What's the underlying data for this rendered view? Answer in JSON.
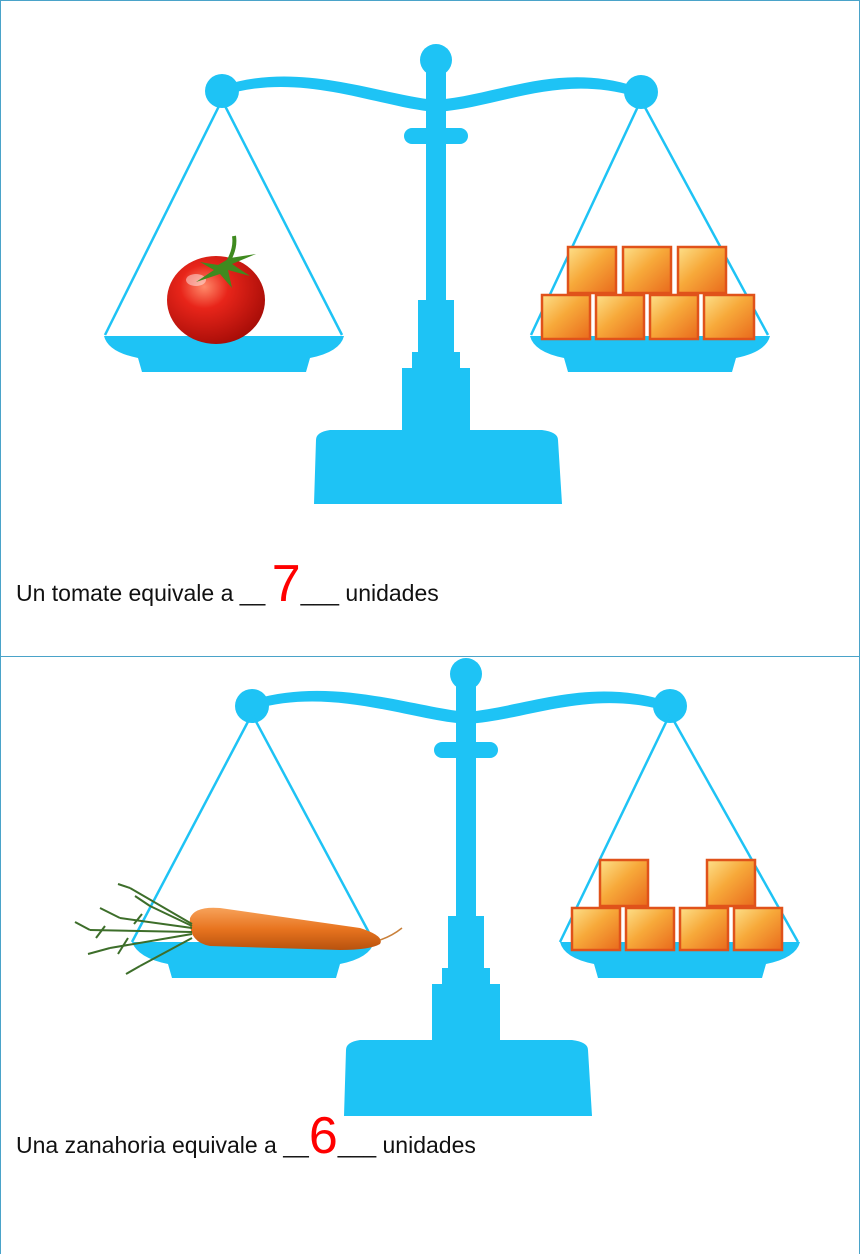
{
  "exercise_1": {
    "text_before": "Un tomate equivale a  __ ",
    "answer": "7",
    "text_after": "___ unidades",
    "left_item": "tomato",
    "unit_blocks": 7
  },
  "exercise_2": {
    "text_before": "Una zanahoria equivale a  __",
    "answer": "6",
    "text_after": "___ unidades",
    "left_item": "carrot",
    "unit_blocks": 6
  },
  "colors": {
    "scale": "#1ec3f5",
    "border": "#4aa3c9",
    "answer": "#ff0000",
    "block_fill": "#f5a623",
    "block_edge": "#e0521a"
  }
}
